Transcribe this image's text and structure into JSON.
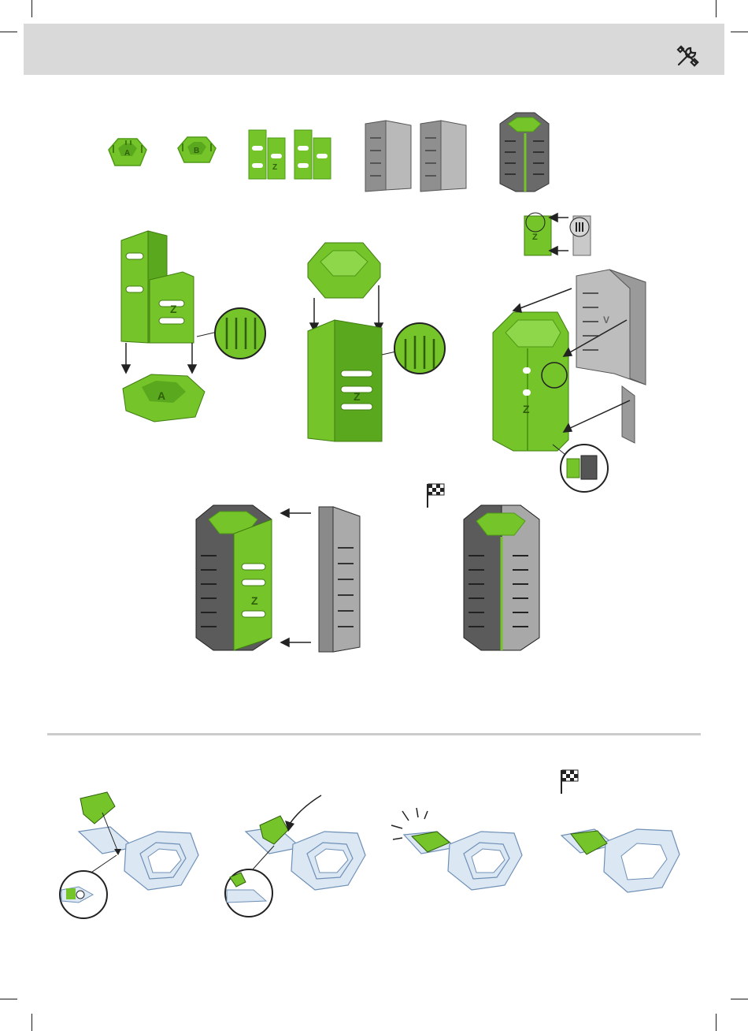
{
  "page": {
    "header_icon": "tools-icon"
  },
  "colors": {
    "green": "#74c42a",
    "green_dark": "#4e9a15",
    "grey": "#b7b7b7",
    "grey_dark": "#5b5b5b",
    "blue": "#dbe7f3"
  },
  "labels": {
    "part_a": "A",
    "part_b": "B",
    "part_z": "Z",
    "part_v": "V"
  },
  "icons": [
    "tools-icon",
    "finish-flag-icon",
    "finish-flag-icon",
    "down-arrow-icon",
    "left-arrow-icon",
    "detail-magnifier-icon"
  ]
}
